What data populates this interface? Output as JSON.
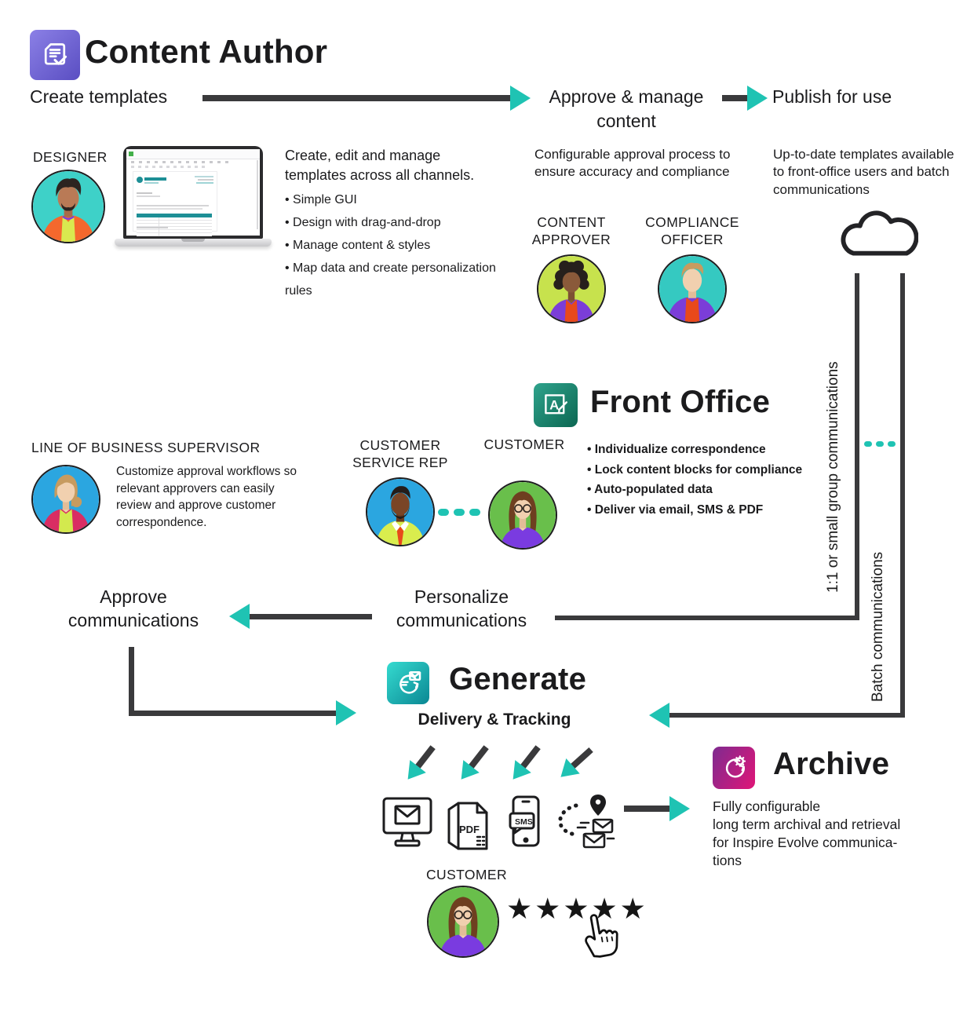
{
  "colors": {
    "line": "#3a3a3c",
    "accent": "#1fc3b3",
    "ink": "#1b1b1d",
    "ca1": "#8b80e6",
    "ca2": "#5a4ec2",
    "fo1": "#2fa38c",
    "fo2": "#0c6752",
    "gen1": "#35dbd0",
    "gen2": "#0a8793",
    "arc1": "#7e2b90",
    "arc2": "#e01577"
  },
  "header": {
    "title": "Content Author"
  },
  "flow": {
    "create": "Create templates",
    "approve": "Approve & manage content",
    "publish": "Publish for use",
    "approve_desc": "Configurable approval process to ensure accuracy and compliance",
    "publish_desc": "Up-to-date templates available to front-office users and batch communications"
  },
  "design": {
    "role": "DESIGNER",
    "intro": "Create, edit and manage templates across all channels.",
    "bullets": [
      "Simple GUI",
      "Design with drag-and-drop",
      "Manage content & styles",
      "Map data and create personalization rules"
    ]
  },
  "approvers": {
    "content_approver": "CONTENT APPROVER",
    "compliance_officer": "COMPLIANCE OFFICER"
  },
  "pipelines": {
    "one_to_one": "1:1 or small group communications",
    "batch": "Batch communications"
  },
  "front_office": {
    "title": "Front Office",
    "icon_letter": "A",
    "bullets": [
      "Individualize correspondence",
      "Lock content blocks for compliance",
      "Auto-populated data",
      "Deliver via email, SMS & PDF"
    ],
    "csr": "CUSTOMER SERVICE REP",
    "customer": "CUSTOMER"
  },
  "supervisor": {
    "role": "LINE OF BUSINESS SUPERVISOR",
    "text": "Customize approval workflows so relevant approvers can easily review and approve customer correspondence."
  },
  "mid_flow": {
    "approve": "Approve communications",
    "personalize": "Personalize communications"
  },
  "generate": {
    "title": "Generate",
    "subtitle": "Delivery & Tracking"
  },
  "delivery": {
    "channels": [
      {
        "name": "email-monitor-icon",
        "label": ""
      },
      {
        "name": "pdf-icon",
        "label": "PDF"
      },
      {
        "name": "sms-phone-icon",
        "label": "SMS"
      },
      {
        "name": "direct-mail-icon",
        "label": ""
      }
    ]
  },
  "archive": {
    "title": "Archive",
    "lines": [
      "Fully configurable",
      "long term archival and retrieval",
      "for Inspire Evolve communica-",
      "tions"
    ]
  },
  "feedback": {
    "customer": "CUSTOMER",
    "stars": "★★★★★"
  }
}
